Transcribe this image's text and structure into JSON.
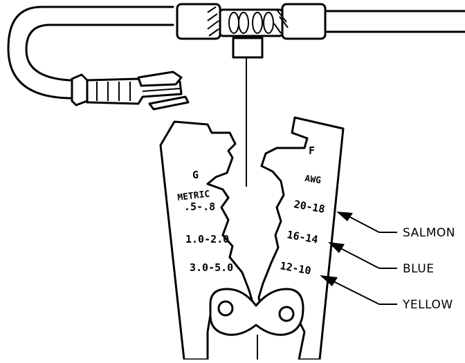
{
  "die_labels": {
    "left_die": "G",
    "right_die": "F",
    "left_scale_title": "METRIC",
    "right_scale_title": "AWG"
  },
  "metric_sizes": [
    ".5-.8",
    "1.0-2.0",
    "3.0-5.0"
  ],
  "awg_sizes": [
    "20-18",
    "16-14",
    "12-10"
  ],
  "callouts": [
    "SALMON",
    "BLUE",
    "YELLOW"
  ]
}
